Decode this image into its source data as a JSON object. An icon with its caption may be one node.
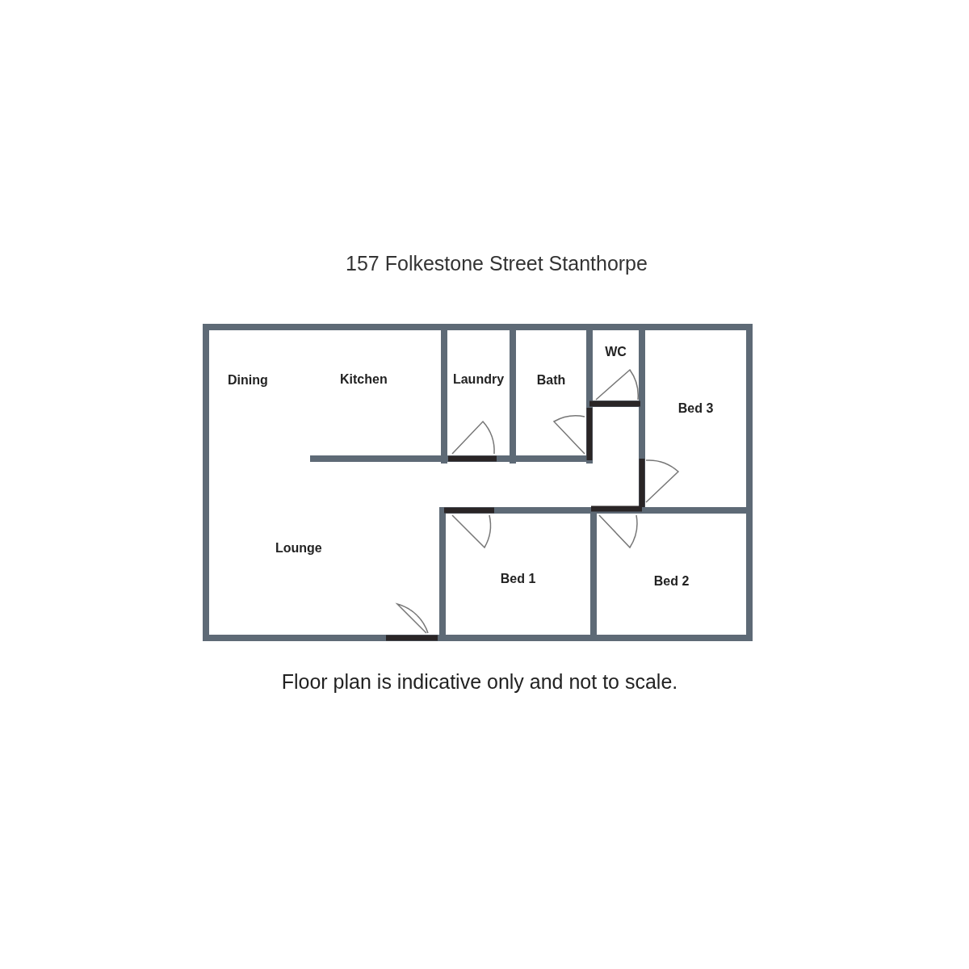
{
  "diagram": {
    "title": "157 Folkestone Street Stanthorpe",
    "caption": "Floor plan is indicative only and not to scale.",
    "nodes": [
      {
        "text": [
          "Laundry"
        ]
      },
      {
        "text": [
          "Bath"
        ]
      },
      {
        "text": [
          "WC"
        ]
      },
      {
        "text": [
          "Bed 3"
        ]
      },
      {
        "text": [
          "Bed 1"
        ]
      },
      {
        "text": [
          "Bed 2"
        ]
      }
    ],
    "labels": [
      "Dining",
      "Kitchen",
      "Lounge"
    ]
  }
}
